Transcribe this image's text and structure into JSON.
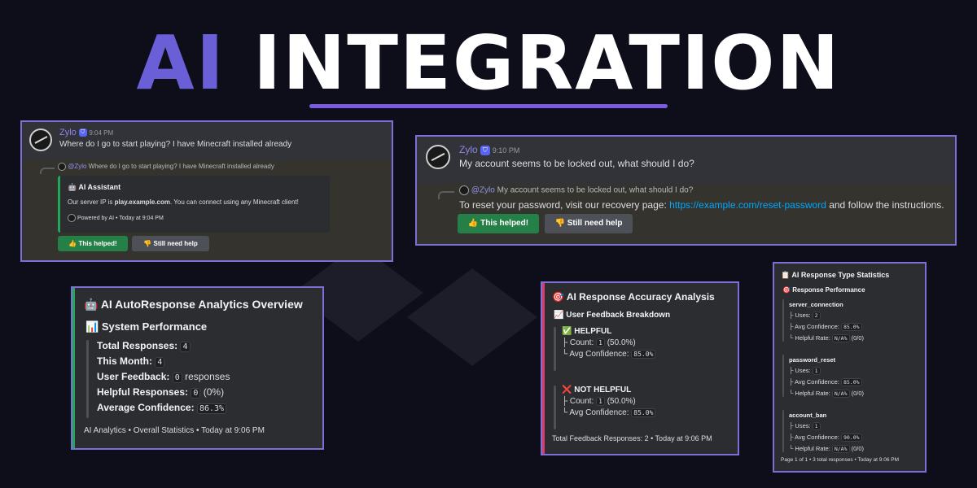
{
  "hero": {
    "ai": "AI",
    "rest": " INTEGRATION"
  },
  "msg1": {
    "username": "Zylo",
    "time": "9:04 PM",
    "text": "Where do I go to start playing? I have Minecraft installed already",
    "reply_mention": "@Zylo",
    "reply_text": "Where do I go to start playing? I have Minecraft installed already",
    "embed": {
      "title": "AI Assistant",
      "icon": "robot-icon",
      "body_pre": "Our server IP is ",
      "body_bold": "play.example.com",
      "body_post": ". You can connect using any Minecraft client!",
      "footer": "Powered by AI • Today at 9:04 PM",
      "accent": "#23a55a"
    },
    "btn_helped": "This helped!",
    "btn_help": "Still need help"
  },
  "msg2": {
    "username": "Zylo",
    "time": "9:10 PM",
    "text": "My account seems to be locked out, what should I do?",
    "reply_mention": "@Zylo",
    "reply_text": "My account seems to be locked out, what should I do?",
    "answer_pre": "To reset your password, visit our recovery page: ",
    "answer_link": "https://example.com/reset-password",
    "answer_post": " and follow the instructions.",
    "btn_helped": "This helped!",
    "btn_help": "Still need help"
  },
  "overview": {
    "title": "AI AutoResponse Analytics Overview",
    "section": "System Performance",
    "rows": [
      {
        "label": "Total Responses:",
        "value": "4",
        "suffix": ""
      },
      {
        "label": "This Month:",
        "value": "4",
        "suffix": ""
      },
      {
        "label": "User Feedback:",
        "value": "0",
        "suffix": " responses"
      },
      {
        "label": "Helpful Responses:",
        "value": "0",
        "suffix": " (0%)"
      },
      {
        "label": "Average Confidence:",
        "value": "86.3%",
        "suffix": ""
      }
    ],
    "footer": "AI Analytics • Overall Statistics • Today at 9:06 PM",
    "accent": "#23a55a"
  },
  "accuracy": {
    "title": "AI Response Accuracy Analysis",
    "section": "User Feedback Breakdown",
    "helpful": {
      "heading": "HELPFUL",
      "count_label": "Count:",
      "count_value": "1",
      "count_suffix": " (50.0%)",
      "conf_label": "Avg Confidence:",
      "conf_value": "85.0%"
    },
    "not_helpful": {
      "heading": "NOT HELPFUL",
      "count_label": "Count:",
      "count_value": "1",
      "count_suffix": " (50.0%)",
      "conf_label": "Avg Confidence:",
      "conf_value": "85.0%"
    },
    "footer": "Total Feedback Responses: 2 • Today at 9:06 PM",
    "accent": "#d83c6e"
  },
  "types": {
    "title": "AI Response Type Statistics",
    "section": "Response Performance",
    "items": [
      {
        "name": "server_connection",
        "uses": "2",
        "conf": "85.0%",
        "rate": "N/A%",
        "rate_suffix": " (0/0)"
      },
      {
        "name": "password_reset",
        "uses": "1",
        "conf": "85.0%",
        "rate": "N/A%",
        "rate_suffix": " (0/0)"
      },
      {
        "name": "account_ban",
        "uses": "1",
        "conf": "90.0%",
        "rate": "N/A%",
        "rate_suffix": " (0/0)"
      }
    ],
    "labels": {
      "uses": "Uses:",
      "conf": "Avg Confidence:",
      "rate": "Helpful Rate:"
    },
    "footer": "Page 1 of 1 • 3 total responses • Today at 9:06 PM"
  }
}
